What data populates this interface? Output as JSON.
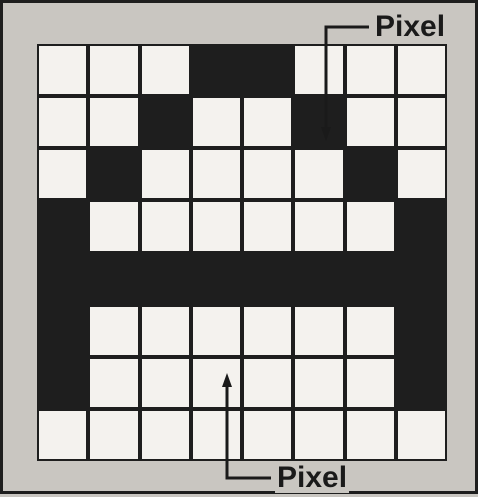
{
  "labels": {
    "top": "Pixel",
    "bottom": "Pixel"
  },
  "grid": {
    "rows": 8,
    "cols": 8,
    "cells": [
      [
        0,
        0,
        0,
        1,
        1,
        0,
        0,
        0
      ],
      [
        0,
        0,
        1,
        0,
        0,
        1,
        0,
        0
      ],
      [
        0,
        1,
        0,
        0,
        0,
        0,
        1,
        0
      ],
      [
        1,
        0,
        0,
        0,
        0,
        0,
        0,
        1
      ],
      [
        1,
        1,
        1,
        1,
        1,
        1,
        1,
        1
      ],
      [
        1,
        0,
        0,
        0,
        0,
        0,
        0,
        1
      ],
      [
        1,
        0,
        0,
        0,
        0,
        0,
        0,
        1
      ],
      [
        0,
        0,
        0,
        0,
        0,
        0,
        0,
        0
      ]
    ]
  },
  "colors": {
    "ink": "#1e1e1e",
    "paper": "#f4f2ee",
    "background": "#c9c6c1"
  }
}
